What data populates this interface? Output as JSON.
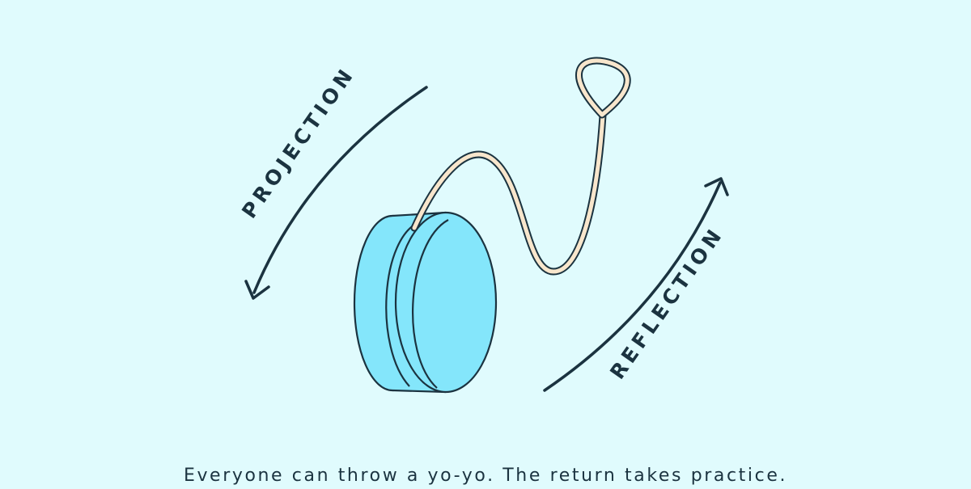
{
  "colors": {
    "background": "#e0fbfd",
    "ink": "#1b3340",
    "yoyo_fill": "#84e6fb",
    "string_fill": "#f8e6cc"
  },
  "diagram": {
    "labels": {
      "projection": "PROJECTION",
      "reflection": "REFLECTION"
    },
    "icons": {
      "yoyo": "yoyo-icon",
      "projection_arrow": "curved-arrow-down-left-icon",
      "reflection_arrow": "curved-arrow-up-right-icon"
    }
  },
  "caption": "Everyone can throw a yo-yo. The return takes practice."
}
